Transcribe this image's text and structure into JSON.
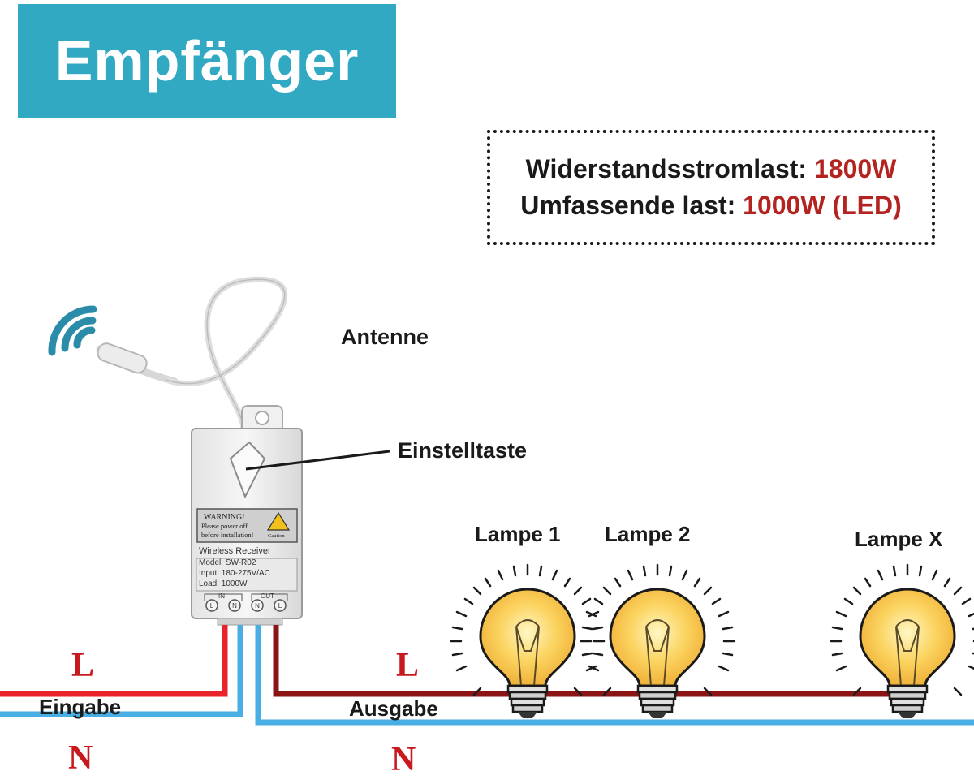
{
  "title": "Empfänger",
  "specs": {
    "resistive_label": "Widerstandsstromlast:",
    "resistive_value": "1800W",
    "comprehensive_label": "Umfassende last:",
    "comprehensive_value": "1000W (LED)"
  },
  "callouts": {
    "antenna": "Antenne",
    "button": "Einstelltaste"
  },
  "device": {
    "warning_title": "WARNING!",
    "warning_line1": "Please power off",
    "warning_line2": "before installation!",
    "caution": "Caution",
    "name": "Wireless Receiver",
    "model": "Model: SW-R02",
    "input": "Input: 180-275V/AC",
    "load": "Load: 1000W",
    "in_label": "IN",
    "out_label": "OUT",
    "terminals": [
      "L",
      "N",
      "N",
      "L"
    ]
  },
  "lamps": [
    "Lampe 1",
    "Lampe 2",
    "Lampe X"
  ],
  "wiring": {
    "input_label": "Eingabe",
    "output_label": "Ausgabe",
    "line_letter": "L",
    "neutral_letter": "N"
  },
  "colors": {
    "banner": "#31a9c2",
    "live_input": "#e8232a",
    "live_output": "#8b1414",
    "neutral": "#48aee3",
    "highlight_value": "#b3231f"
  }
}
